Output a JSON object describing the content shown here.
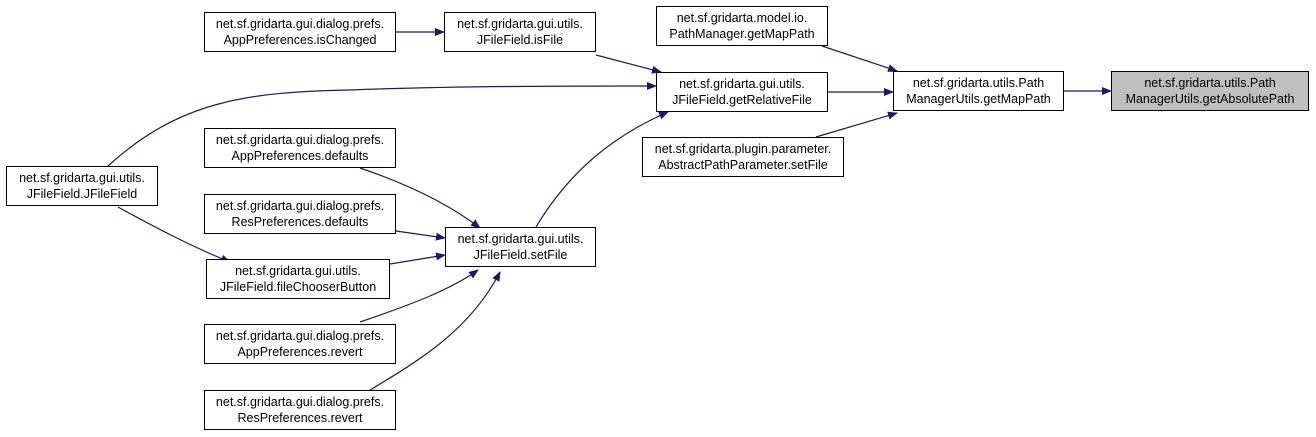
{
  "colors": {
    "edge": "#191970",
    "node_border": "#000000",
    "node_fill": "#ffffff",
    "highlight_fill": "#bfbfbf"
  },
  "nodes": {
    "get_absolute_path": {
      "line1": "net.sf.gridarta.utils.Path",
      "line2": "ManagerUtils.getAbsolutePath"
    },
    "get_map_path_utils": {
      "line1": "net.sf.gridarta.utils.Path",
      "line2": "ManagerUtils.getMapPath"
    },
    "path_manager_get_map_path": {
      "line1": "net.sf.gridarta.model.io.",
      "line2": "PathManager.getMapPath"
    },
    "get_relative_file": {
      "line1": "net.sf.gridarta.gui.utils.",
      "line2": "JFileField.getRelativeFile"
    },
    "abstract_path_parameter_set_file": {
      "line1": "net.sf.gridarta.plugin.parameter.",
      "line2": "AbstractPathParameter.setFile"
    },
    "is_file": {
      "line1": "net.sf.gridarta.gui.utils.",
      "line2": "JFileField.isFile"
    },
    "app_prefs_is_changed": {
      "line1": "net.sf.gridarta.gui.dialog.prefs.",
      "line2": "AppPreferences.isChanged"
    },
    "set_file": {
      "line1": "net.sf.gridarta.gui.utils.",
      "line2": "JFileField.setFile"
    },
    "jfilefield_ctor": {
      "line1": "net.sf.gridarta.gui.utils.",
      "line2": "JFileField.JFileField"
    },
    "app_prefs_defaults": {
      "line1": "net.sf.gridarta.gui.dialog.prefs.",
      "line2": "AppPreferences.defaults"
    },
    "res_prefs_defaults": {
      "line1": "net.sf.gridarta.gui.dialog.prefs.",
      "line2": "ResPreferences.defaults"
    },
    "file_chooser_button": {
      "line1": "net.sf.gridarta.gui.utils.",
      "line2": "JFileField.fileChooserButton"
    },
    "app_prefs_revert": {
      "line1": "net.sf.gridarta.gui.dialog.prefs.",
      "line2": "AppPreferences.revert"
    },
    "res_prefs_revert": {
      "line1": "net.sf.gridarta.gui.dialog.prefs.",
      "line2": "ResPreferences.revert"
    }
  }
}
